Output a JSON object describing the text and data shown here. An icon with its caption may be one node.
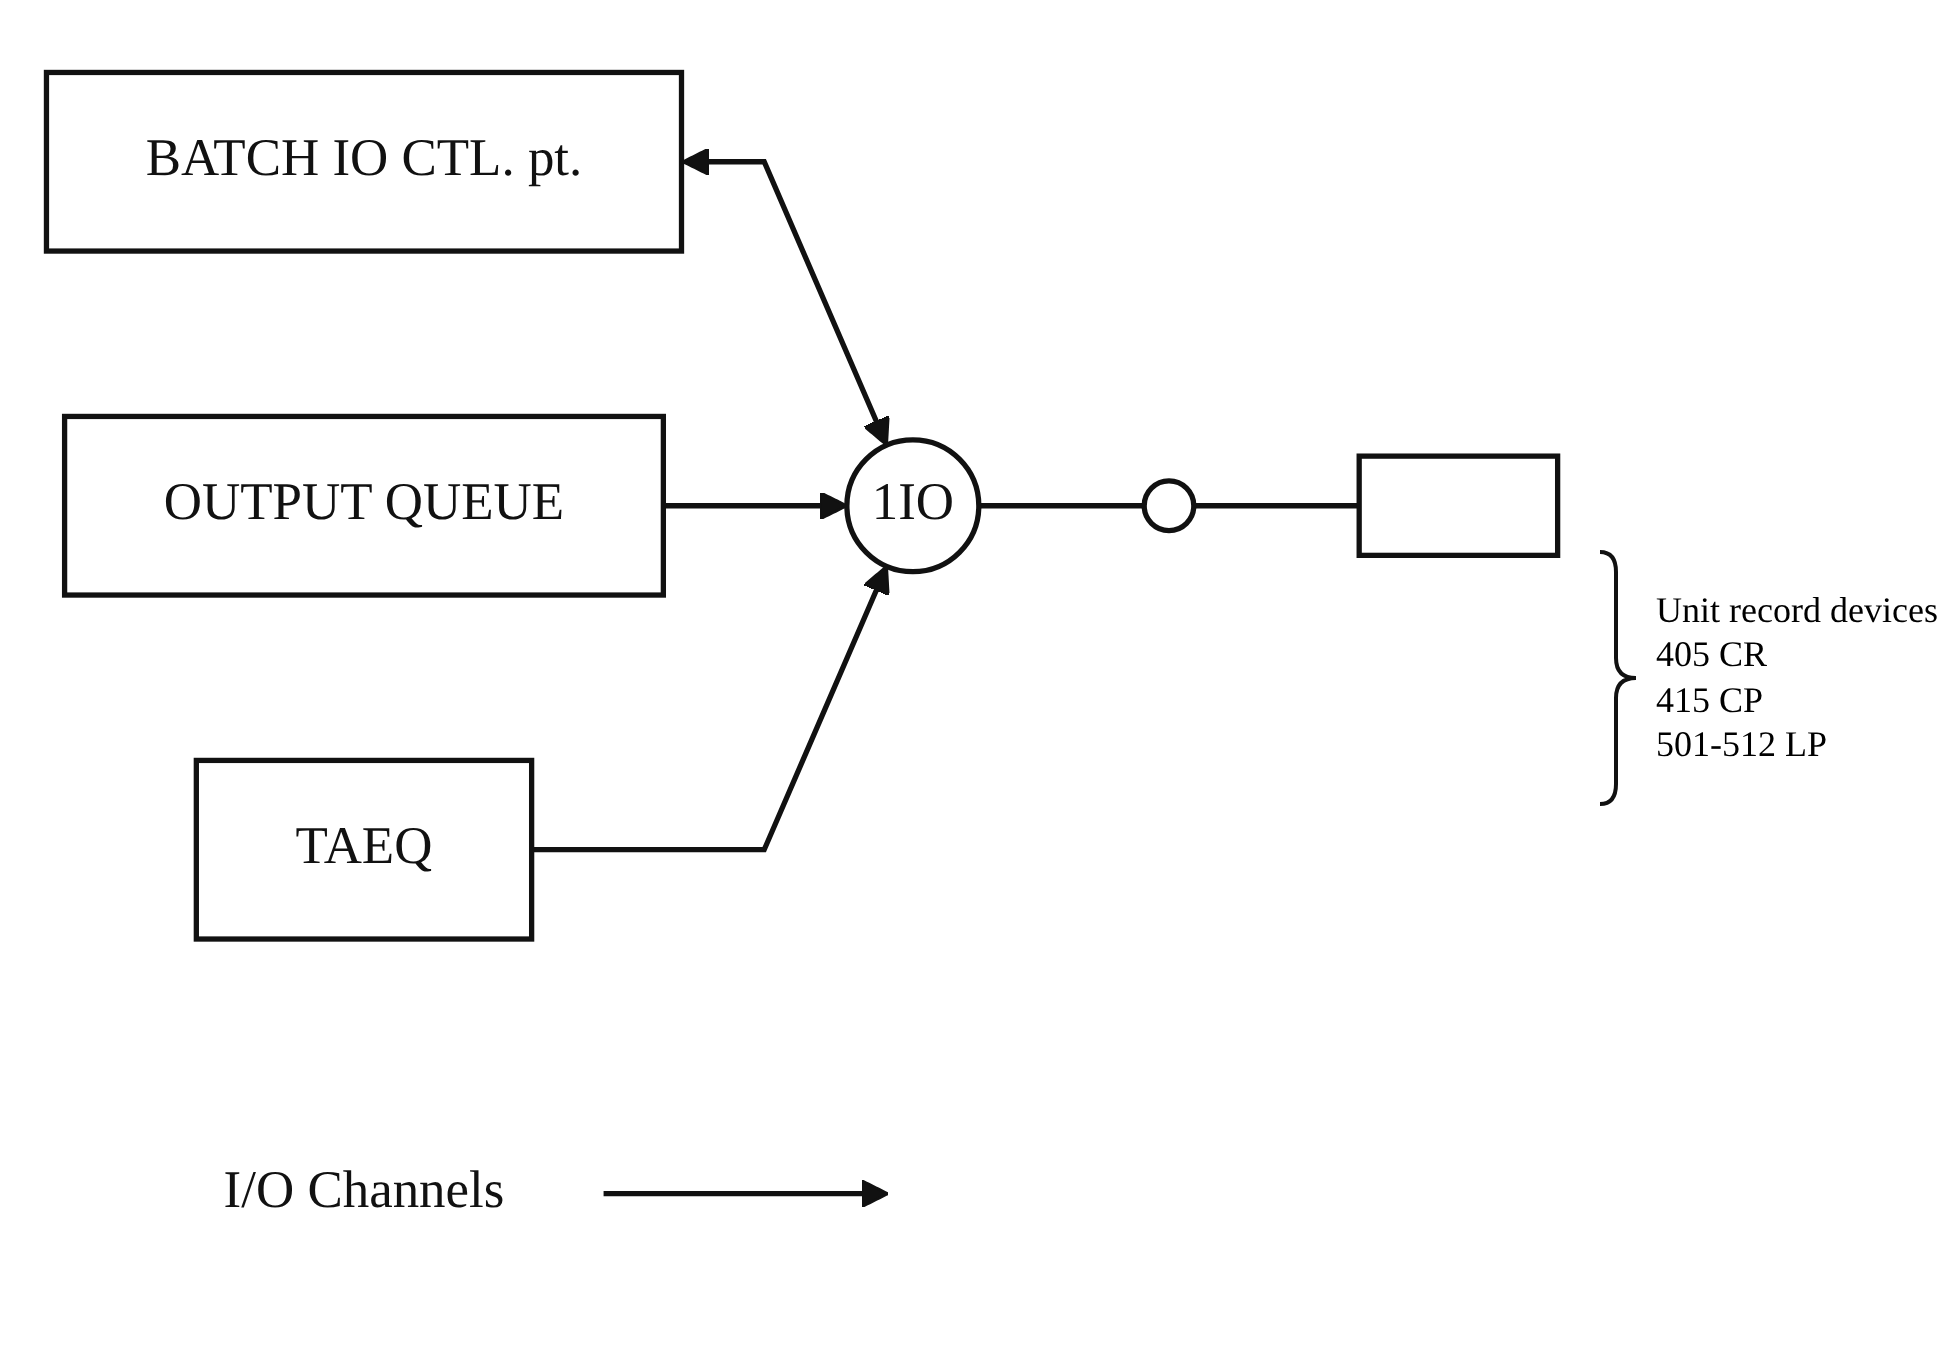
{
  "diagram": {
    "nodes": [
      {
        "text": [
          "BATCH IO CTL. pt."
        ]
      },
      {
        "text": [
          "1IO"
        ]
      },
      {
        "text": [],
        "shape": "circle"
      },
      {
        "text": [],
        "shape": "box"
      },
      {
        "text": [
          "OUTPUT QUEUE"
        ]
      },
      {
        "text": [
          "TAEQ"
        ]
      },
      {
        "text": [
          "I/O Channels"
        ]
      }
    ],
    "edges": [
      {
        "from": 0,
        "to": 1,
        "arrow": "both"
      },
      {
        "from": 4,
        "to": 1,
        "arrow": "to"
      },
      {
        "from": 5,
        "to": 1,
        "arrow": "to"
      },
      {
        "from": 1,
        "to": 2,
        "arrow": "none"
      },
      {
        "from": 2,
        "to": 3,
        "arrow": "none"
      },
      {
        "from": 6,
        "to": null,
        "arrow": "to"
      }
    ],
    "labels": [
      "Unit record devices",
      "405 CR",
      "415 CP",
      "501-512 LP"
    ]
  }
}
